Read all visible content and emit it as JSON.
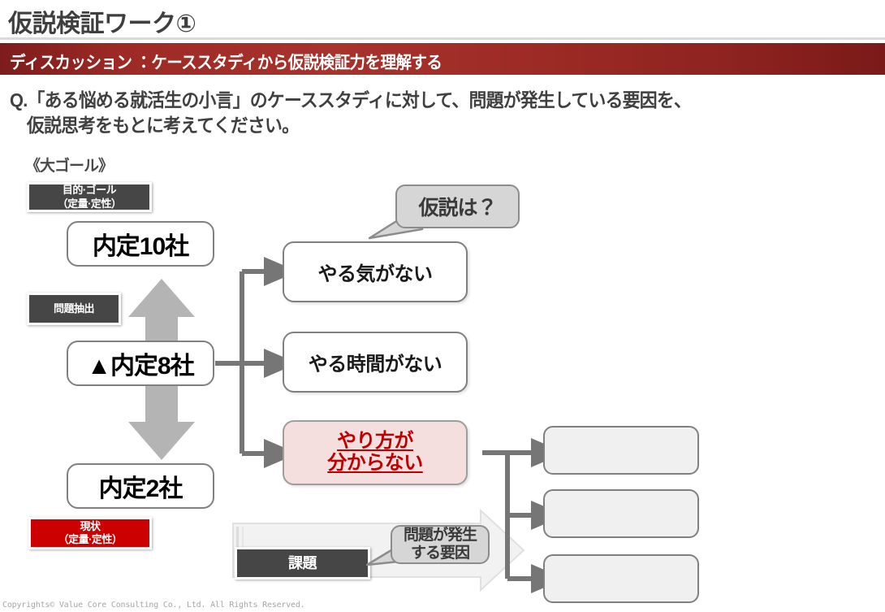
{
  "slide": {
    "title": "仮説検証ワーク①",
    "banner": "ディスカッション  ：ケーススタディから仮説検証力を理解する",
    "question_line1": "Q.「ある悩める就活生の小言」のケーススタディに対して、問題が発生している要因を、",
    "question_line2": "仮説思考をもとに考えてください。",
    "footer": "Copyrights© Value Core Consulting Co., Ltd.  All Rights Reserved."
  },
  "colors": {
    "banner_red": "#a8322c",
    "status_red": "#cc0000",
    "dark_tag": "#464646",
    "highlight_pink": "#f5dede",
    "highlight_text_red": "#c00000",
    "arrow_gray": "#767676",
    "big_arrow_gray": "#b4b4b4",
    "text_gray": "#404040"
  },
  "ladder": {
    "goal_label": "《大ゴール》",
    "tags": [
      {
        "id": "goal",
        "line1": "目的·ゴール",
        "line2": "（定量·定性）"
      },
      {
        "id": "extract",
        "line1": "問題抽出",
        "line2": ""
      },
      {
        "id": "current",
        "line1": "現状",
        "line2": "（定量·定性）"
      }
    ],
    "states": [
      {
        "id": "target",
        "label": "内定10社"
      },
      {
        "id": "gap",
        "label": "▲内定8社"
      },
      {
        "id": "actual",
        "label": "内定2社"
      }
    ]
  },
  "causes": [
    {
      "id": "no-motivation",
      "label": "やる気がない",
      "highlight": false
    },
    {
      "id": "no-time",
      "label": "やる時間がない",
      "highlight": false
    },
    {
      "id": "dont-know-how",
      "line1": "やり方が",
      "line2": "分からない",
      "highlight": true
    }
  ],
  "bubbles": [
    {
      "id": "hypothesis",
      "text": "仮説は？"
    },
    {
      "id": "root-cause",
      "line1": "問題が発生",
      "line2": "する要因"
    }
  ],
  "issue": {
    "label": "課題"
  },
  "answer_boxes": [
    {
      "id": "answer-1",
      "value": ""
    },
    {
      "id": "answer-2",
      "value": ""
    },
    {
      "id": "answer-3",
      "value": ""
    }
  ]
}
